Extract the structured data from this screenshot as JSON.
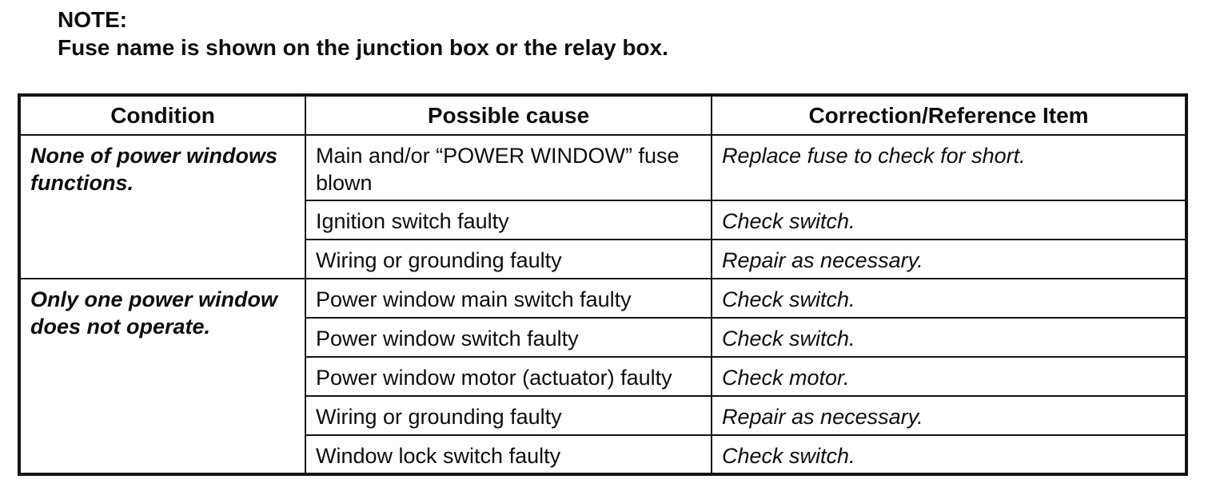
{
  "note": {
    "label": "NOTE:",
    "text": "Fuse name is shown on the junction box or the relay box."
  },
  "table": {
    "headers": [
      "Condition",
      "Possible cause",
      "Correction/Reference Item"
    ],
    "groups": [
      {
        "condition": "None of power windows functions.",
        "rows": [
          {
            "cause": "Main and/or “POWER WINDOW” fuse blown",
            "correction": "Replace fuse to check for short."
          },
          {
            "cause": "Ignition switch faulty",
            "correction": "Check switch."
          },
          {
            "cause": "Wiring or grounding faulty",
            "correction": "Repair as necessary."
          }
        ]
      },
      {
        "condition": "Only one power window does not operate.",
        "rows": [
          {
            "cause": "Power window main switch faulty",
            "correction": "Check switch."
          },
          {
            "cause": "Power window switch faulty",
            "correction": "Check switch."
          },
          {
            "cause": "Power window motor (actuator) faulty",
            "correction": "Check motor."
          },
          {
            "cause": "Wiring or grounding faulty",
            "correction": "Repair as necessary."
          },
          {
            "cause": "Window lock switch faulty",
            "correction": "Check switch."
          }
        ]
      }
    ]
  }
}
